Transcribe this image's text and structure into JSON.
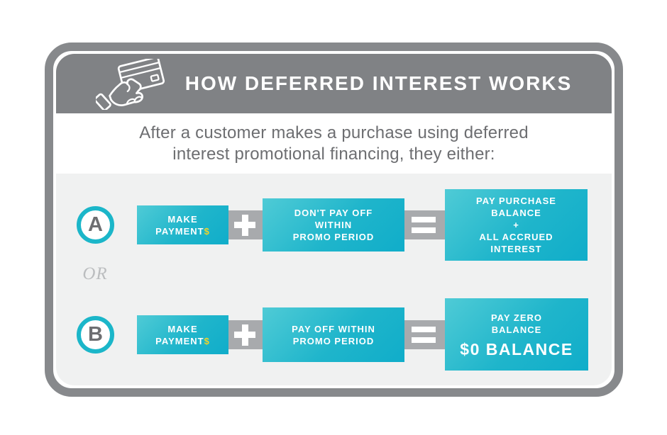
{
  "colors": {
    "header_gray": "#808285",
    "border_gray": "#87898C",
    "body_gray": "#F0F1F1",
    "connector_gray": "#A8AAAD",
    "teal_light": "#4FCBD6",
    "teal_dark": "#10ADCA",
    "accent_yellow": "#F0D32A",
    "text_gray": "#6D6E71",
    "circle_ring_teal": "#1BB6C9",
    "or_gray": "#BBBDBF"
  },
  "header": {
    "title": "HOW DEFERRED INTEREST WORKS",
    "icon": "hand-holding-credit-card"
  },
  "intro": {
    "text": "After a customer makes a purchase using deferred\ninterest promotional financing, they either:"
  },
  "or_label": "OR",
  "icons": {
    "scenario_a_operator_1": "plus",
    "scenario_a_operator_2": "equals",
    "scenario_b_operator_1": "plus",
    "scenario_b_operator_2": "equals"
  },
  "scenario_a": {
    "letter": "A",
    "step1_main": "MAKE\nPAYMENT",
    "step1_accent": "$",
    "step2": "DON'T PAY OFF\nWITHIN\nPROMO PERIOD",
    "result": "PAY PURCHASE\nBALANCE\n+\nALL ACCRUED\nINTEREST"
  },
  "scenario_b": {
    "letter": "B",
    "step1_main": "MAKE\nPAYMENT",
    "step1_accent": "$",
    "step2": "PAY OFF WITHIN\nPROMO PERIOD",
    "result_label": "PAY ZERO\nBALANCE",
    "result_amount": "$0 BALANCE"
  }
}
